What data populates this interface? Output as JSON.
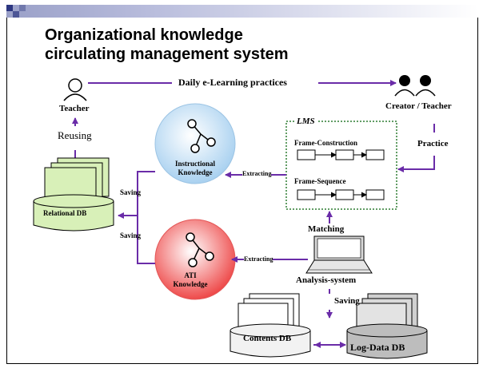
{
  "title_line1": "Organizational knowledge",
  "title_line2": "circulating management system",
  "labels": {
    "teacher": "Teacher",
    "reusing": "Reusing",
    "daily": "Daily e-Learning practices",
    "creator_teacher": "Creator / Teacher",
    "practice": "Practice",
    "lms": "LMS",
    "frame_construction": "Frame-Construction",
    "frame_sequence": "Frame-Sequence",
    "instructional_knowledge": "Instructional Knowledge",
    "ati_knowledge": "ATI Knowledge",
    "relational_db": "Relational DB",
    "saving_upper": "Saving",
    "saving_lower": "Saving",
    "extracting_upper": "Extracting",
    "extracting_lower": "Extracting",
    "matching": "Matching",
    "analysis_system": "Analysis-system",
    "saving_bottom": "Saving",
    "contents_db": "Contents DB",
    "log_data_db": "Log-Data DB"
  },
  "colors": {
    "arrow": "#6a2ca8",
    "db_fill": "#d8f0b8",
    "instructional_fill": "#cfe6f7",
    "ati_fill": "#f26b6b",
    "lms_border": "#2e7d32",
    "title_bar": "#2c3680"
  },
  "icons": [
    "person-icon",
    "people-icon",
    "laptop-icon",
    "node-graph-icon",
    "database-icon",
    "document-stack-icon"
  ]
}
